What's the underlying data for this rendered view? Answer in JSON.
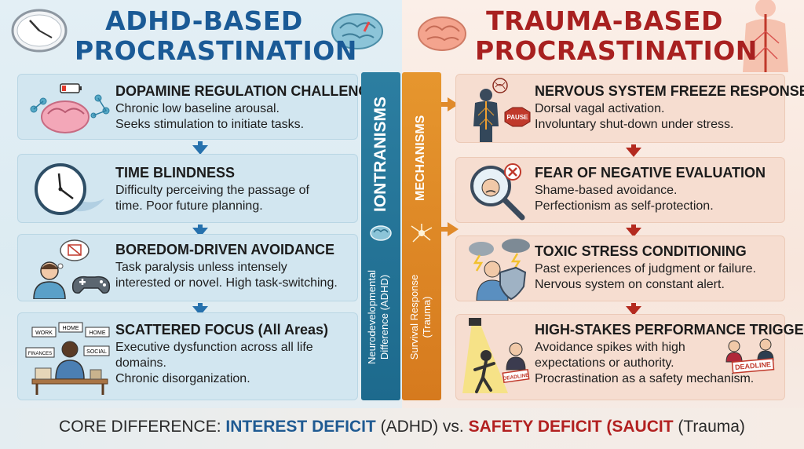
{
  "left": {
    "title_line1": "ADHD-BASED",
    "title_line2": "PROCRASTINATION",
    "cards": [
      {
        "head": "DOPAMINE REGULATION CHALLENGES",
        "body1": "Chronic low baseline arousal.",
        "body2": "Seeks stimulation to initiate tasks.",
        "body3": ""
      },
      {
        "head": "TIME BLINDNESS",
        "body1": "Difficulty perceiving the passage of",
        "body2": "time. Poor future planning.",
        "body3": ""
      },
      {
        "head": "BOREDOM-DRIVEN AVOIDANCE",
        "body1": "Task paralysis unless intensely",
        "body2": "interested or novel. High task-switching.",
        "body3": ""
      },
      {
        "head": "SCATTERED FOCUS (All Areas)",
        "body1": "Executive dysfunction across all life",
        "body2": "domains.",
        "body3": "Chronic disorganization."
      }
    ],
    "desk_words": [
      "WORK",
      "HOME",
      "HOME",
      "FINANCES",
      "SOCIAL"
    ]
  },
  "right": {
    "title_line1": "TRAUMA-BASED",
    "title_line2": "PROCRASTINATION",
    "cards": [
      {
        "head": "NERVOUS SYSTEM FREEZE RESPONSE",
        "body1": "Dorsal vagal activation.",
        "body2": "Involuntary shut-down under stress.",
        "body3": ""
      },
      {
        "head": "FEAR OF NEGATIVE EVALUATION",
        "body1": "Shame-based avoidance.",
        "body2": "Perfectionism as self-protection.",
        "body3": ""
      },
      {
        "head": "TOXIC STRESS CONDITIONING",
        "body1": "Past experiences of judgment or failure.",
        "body2": "Nervous system on constant alert.",
        "body3": ""
      },
      {
        "head": "HIGH-STAKES PERFORMANCE TRIGGER",
        "body1": "Avoidance spikes with high",
        "body2": "expectations or authority.",
        "body3": "Procrastination as a safety mechanism."
      }
    ],
    "pause_label": "PAUSE",
    "deadline_label_1": "DEADLINE",
    "deadline_label_2": "DEADLINE"
  },
  "center": {
    "left_big": "IONTRANISMS",
    "left_small_1": "Neurodevelopmental",
    "left_small_2": "Difference (ADHD)",
    "right_big": "MECHANISMS",
    "right_small_1": "Survival Response",
    "right_small_2": "(Trauma)"
  },
  "footer": {
    "prefix": "CORE DIFFERENCE: ",
    "term1": "INTEREST DEFICIT",
    "paren1": " (ADHD) vs. ",
    "term2": "SAFETY DEFICIT (SAUCIT",
    "paren2": " (Trauma)"
  },
  "colors": {
    "adhd_blue": "#1a5a96",
    "trauma_red": "#a82020",
    "center_teal": "#1d6a8d",
    "center_orange": "#d67a1e"
  },
  "icons": [
    "clock-icon",
    "brain-icon",
    "battery-low-icon",
    "molecule-icon",
    "stopwatch-icon",
    "person-thinking-icon",
    "gamepad-icon",
    "desk-worker-icon",
    "nerve-body-icon",
    "magnifier-face-icon",
    "storm-shield-icon",
    "spotlight-figure-icon"
  ]
}
